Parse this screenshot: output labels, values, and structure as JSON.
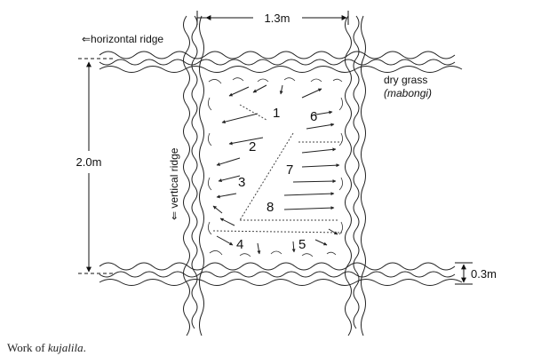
{
  "labels": {
    "width": "1.3m",
    "height": "2.0m",
    "ridge_height": "0.3m",
    "horizontal_ridge": "⇐horizontal ridge",
    "vertical_ridge": "⇐ vertical ridge",
    "dry_grass": "dry grass",
    "dry_grass_local": "(mabongi)"
  },
  "sections": [
    "1",
    "2",
    "3",
    "4",
    "5",
    "6",
    "7",
    "8"
  ],
  "caption": {
    "prefix": "Work of ",
    "term": "kujalila",
    "suffix": "."
  }
}
